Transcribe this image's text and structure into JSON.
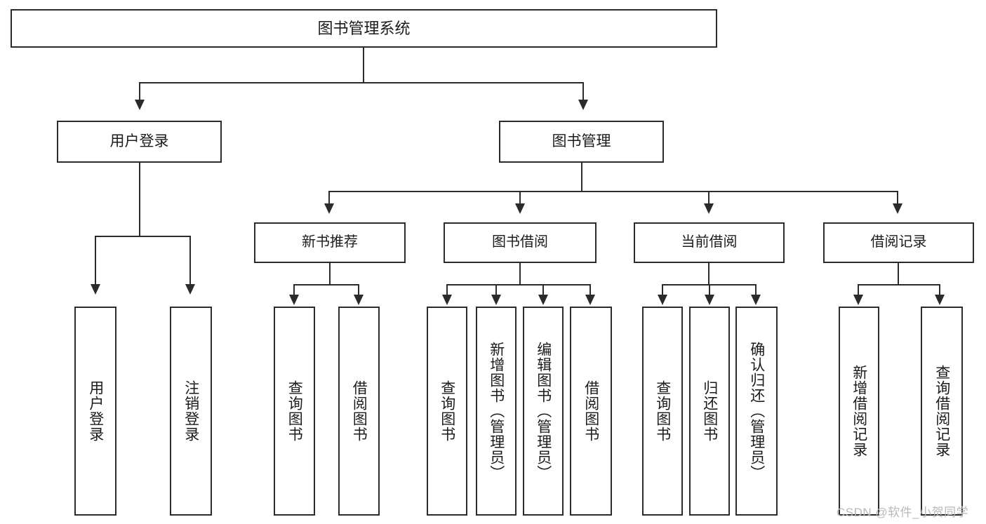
{
  "diagram": {
    "type": "tree-hierarchy-chart",
    "title": "图书管理系统",
    "text_color": "#1b1b1b",
    "line_color": "#2b2b2b",
    "background": "#ffffff",
    "root": {
      "label": "图书管理系统"
    },
    "level2": [
      {
        "label": "用户登录"
      },
      {
        "label": "图书管理"
      }
    ],
    "level3": [
      {
        "label": "新书推荐"
      },
      {
        "label": "图书借阅"
      },
      {
        "label": "当前借阅"
      },
      {
        "label": "借阅记录"
      }
    ],
    "leaves": {
      "user_login": [
        {
          "label": "用户登录"
        },
        {
          "label": "注销登录"
        }
      ],
      "new_book": [
        {
          "label": "查询图书"
        },
        {
          "label": "借阅图书"
        }
      ],
      "book_borrow": [
        {
          "label": "查询图书"
        },
        {
          "label": "新增图书（管理员）"
        },
        {
          "label": "编辑图书（管理员）"
        },
        {
          "label": "借阅图书"
        }
      ],
      "current_borrow": [
        {
          "label": "查询图书"
        },
        {
          "label": "归还图书"
        },
        {
          "label": "确认归还（管理员）"
        }
      ],
      "borrow_record": [
        {
          "label": "新增借阅记录"
        },
        {
          "label": "查询借阅记录"
        }
      ]
    }
  },
  "watermark": {
    "text": "CSDN @软件_小贺同学",
    "color": "#b9b9b9"
  }
}
